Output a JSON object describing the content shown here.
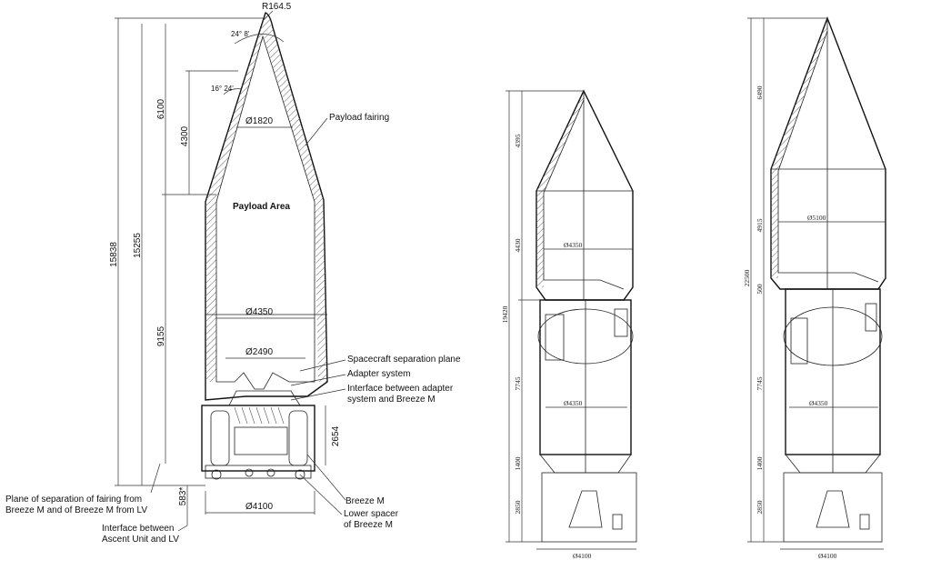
{
  "left": {
    "radius": "R164.5",
    "angle_top": "24° 8'",
    "angle_mid": "16° 24'",
    "dim_15838": "15838",
    "dim_15255": "15255",
    "dim_6100": "6100",
    "dim_4300": "4300",
    "dim_9155": "9155",
    "dim_2654": "2654",
    "dim_583": "583*",
    "dia_1820": "Ø1820",
    "dia_4350": "Ø4350",
    "dia_2490": "Ø2490",
    "dia_4100": "Ø4100",
    "payload_area": "Payload Area",
    "callouts": {
      "payload_fairing": "Payload fairing",
      "sep_plane": "Spacecraft separation plane",
      "adapter": "Adapter system",
      "interface_1": "Interface between adapter",
      "interface_2": "system and Breeze M",
      "breeze_m": "Breeze M",
      "lower_spacer_1": "Lower spacer",
      "lower_spacer_2": "of Breeze M",
      "plane_sep_1": "Plane of separation of fairing from",
      "plane_sep_2": "Breeze M and of Breeze M from LV",
      "ascent_1": "Interface between",
      "ascent_2": "Ascent Unit and LV"
    }
  },
  "middle": {
    "d4395": "4395",
    "d4430": "4430",
    "d19420": "19420",
    "d7745": "7745",
    "d1400": "1400",
    "d2850": "2850",
    "dia4350_top": "Ø4350",
    "dia4350_bot": "Ø4350",
    "dia4100": "Ø4100"
  },
  "right": {
    "d6490": "6490",
    "d4915": "4915",
    "d22500": "22500",
    "d500": "500",
    "d7745": "7745",
    "d1400": "1400",
    "d2850": "2850",
    "dia5100": "Ø5100",
    "dia4350": "Ø4350",
    "dia4100": "Ø4100"
  }
}
